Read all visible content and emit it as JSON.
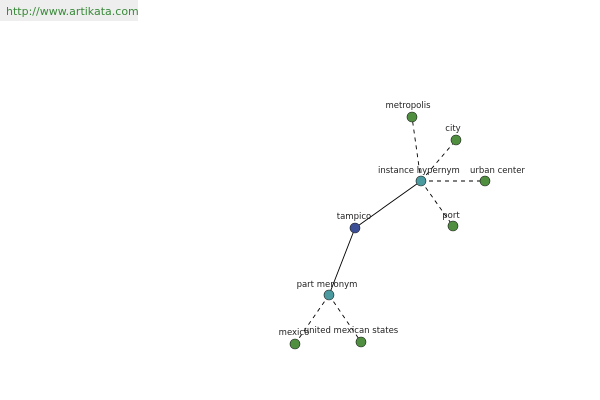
{
  "watermark": {
    "url": "http://www.artikata.com"
  },
  "colors": {
    "leaf_node": "#4f8f3f",
    "relation_node": "#4a9aa0",
    "center_node": "#3c4f96",
    "edge": "#000000",
    "watermark_text": "#3a8a3a"
  },
  "graph": {
    "center": {
      "label": "tampico"
    },
    "relations": [
      {
        "label": "instance hypernym",
        "connection": "solid"
      },
      {
        "label": "part meronym",
        "connection": "solid"
      }
    ],
    "leaves": [
      {
        "label": "metropolis",
        "relation": "instance hypernym"
      },
      {
        "label": "city",
        "relation": "instance hypernym"
      },
      {
        "label": "urban center",
        "relation": "instance hypernym"
      },
      {
        "label": "port",
        "relation": "instance hypernym"
      },
      {
        "label": "mexico",
        "relation": "part meronym"
      },
      {
        "label": "united mexican states",
        "relation": "part meronym"
      }
    ]
  }
}
